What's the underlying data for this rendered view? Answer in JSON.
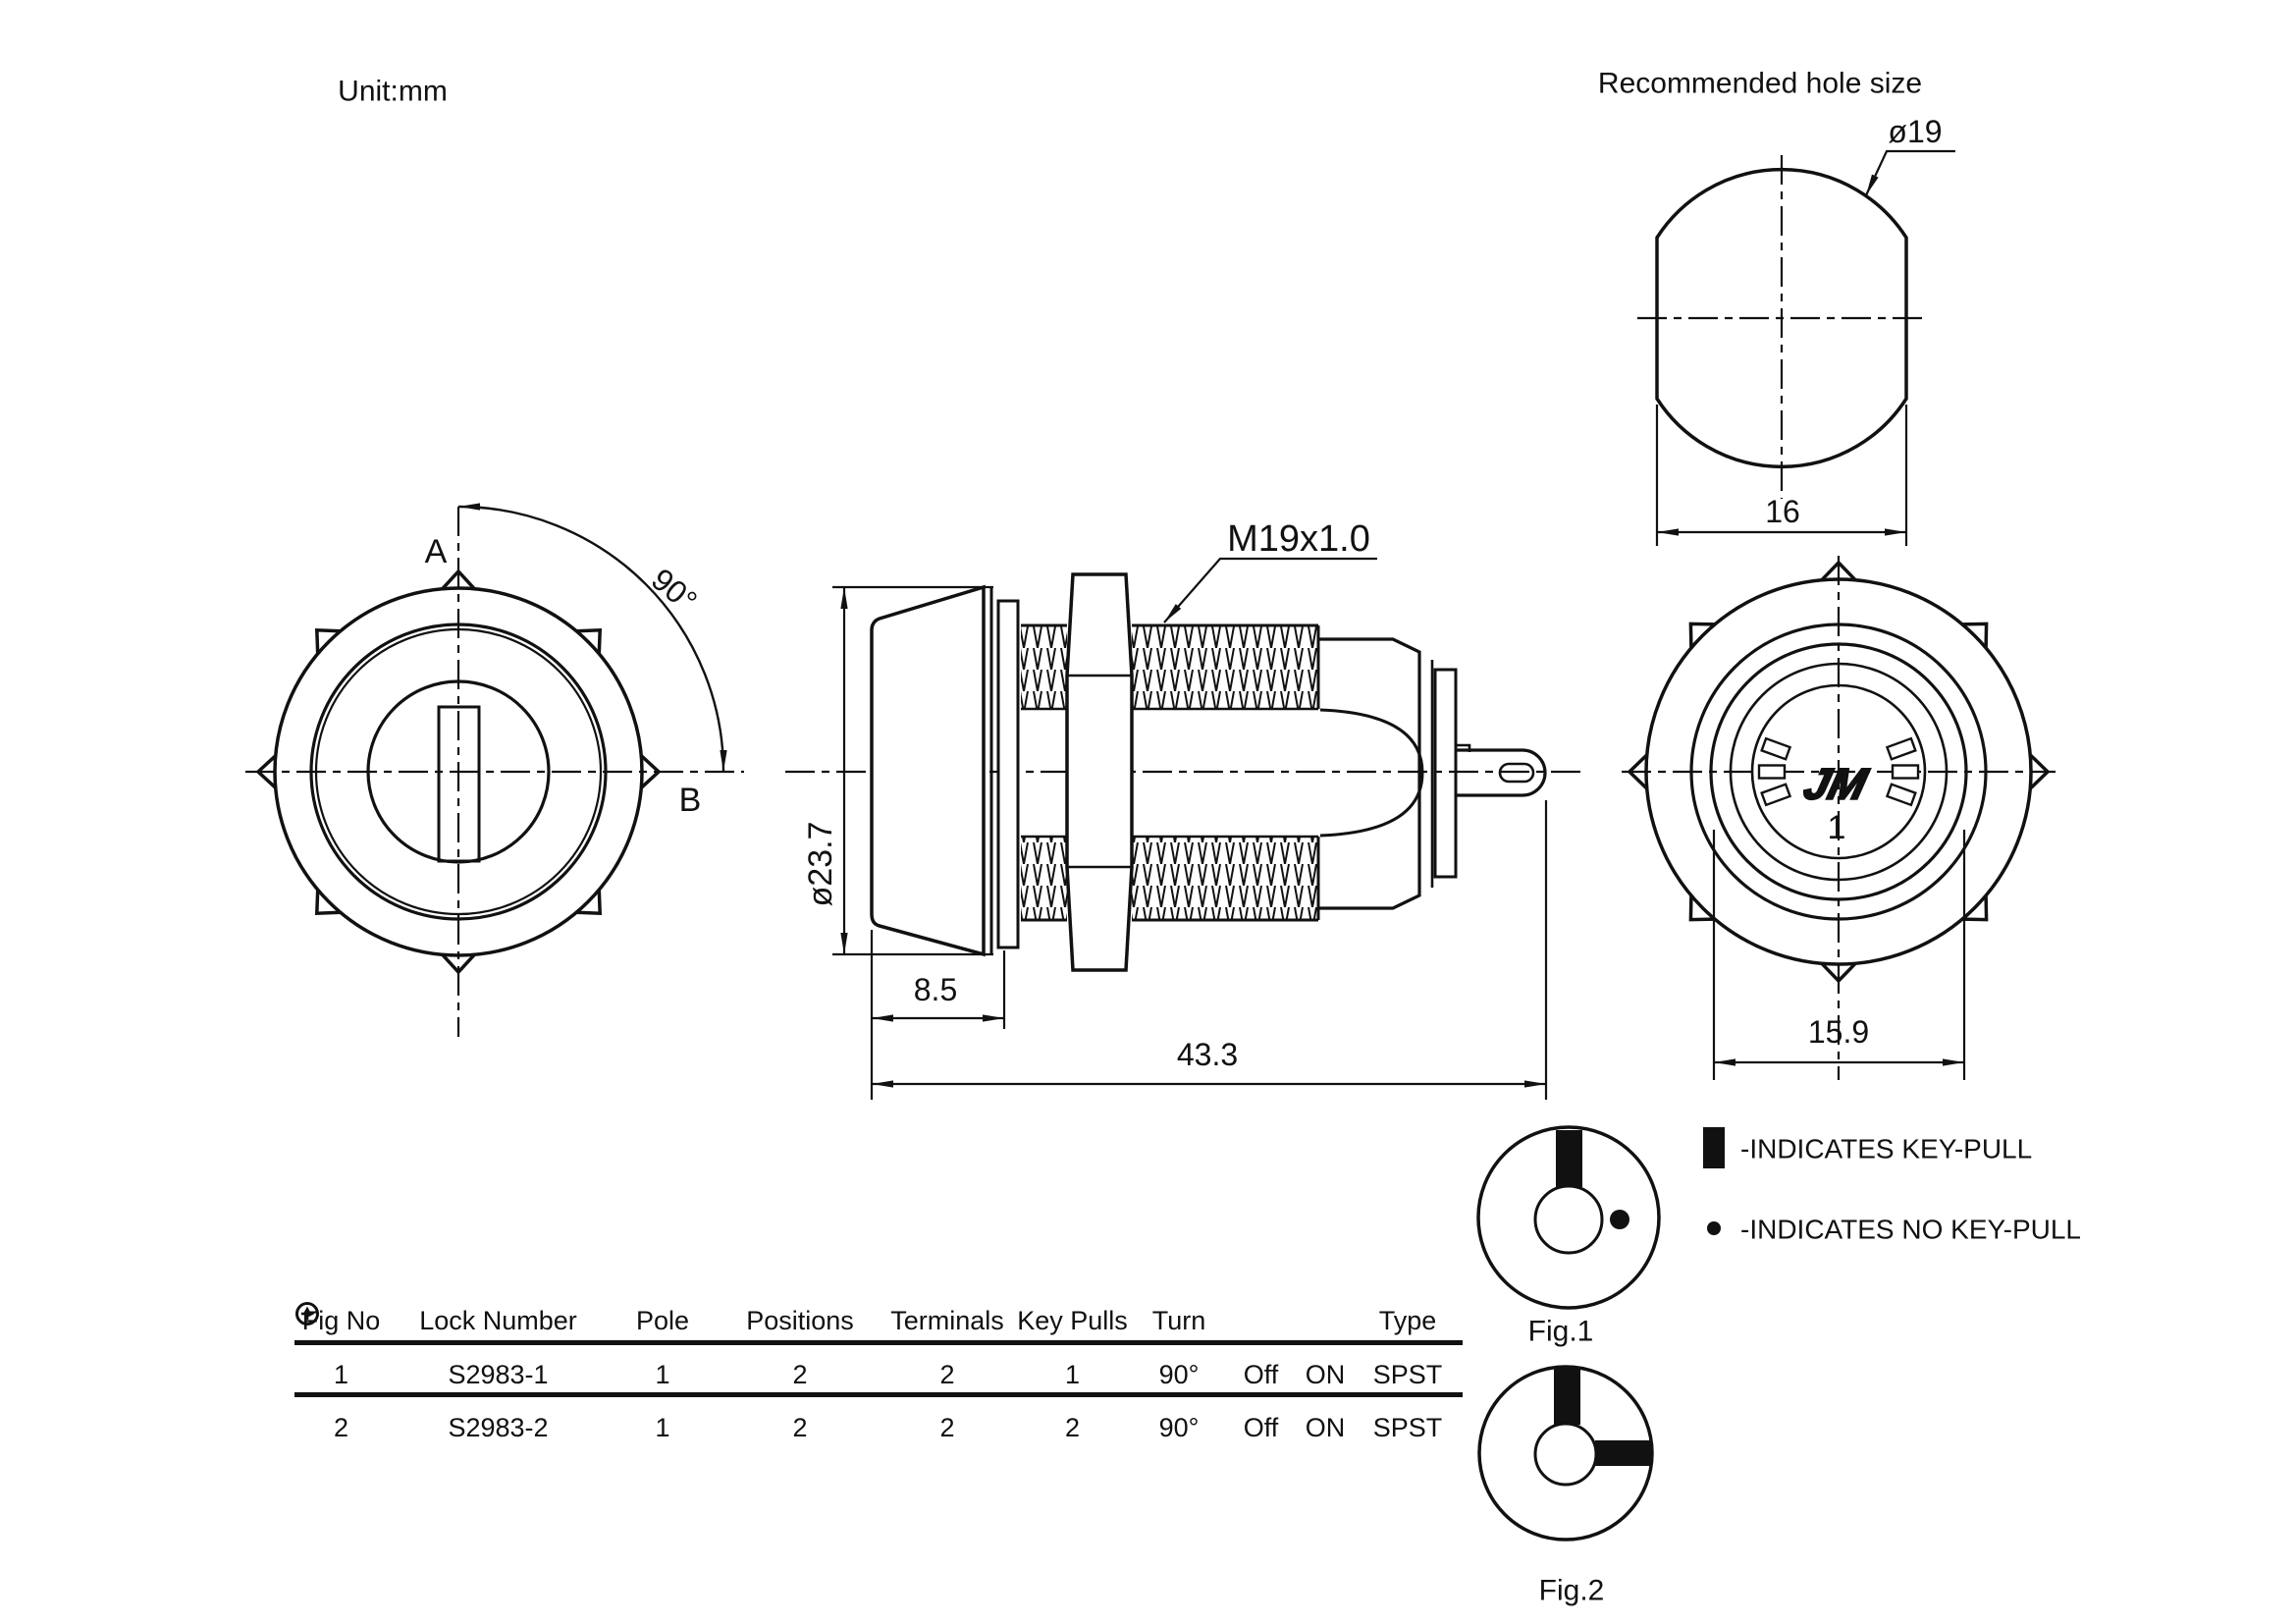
{
  "unit_label": "Unit:mm",
  "hole_view": {
    "title": "Recommended hole size",
    "diameter_label": "ø19",
    "width_label": "16"
  },
  "front_view": {
    "position_a": "A",
    "position_b": "B",
    "angle_label": "90°"
  },
  "side_view": {
    "thread_label": "M19x1.0",
    "diameter_label": "ø23.7",
    "head_depth_label": "8.5",
    "total_length_label": "43.3"
  },
  "face_view": {
    "logo": "JM",
    "position_label": "1",
    "across_flats_label": "15.9"
  },
  "figures": {
    "fig1_label": "Fig.1",
    "fig2_label": "Fig.2",
    "legend_key_pull": "-INDICATES KEY-PULL",
    "legend_no_key_pull": "-INDICATES NO KEY-PULL"
  },
  "table": {
    "headers": [
      "Fig No",
      "Lock Number",
      "Pole",
      "Positions",
      "Terminals",
      "Key Pulls",
      "Turn",
      "Type"
    ],
    "icon_names": [
      "key-position-vertical-icon",
      "key-position-horizontal-icon"
    ],
    "rows": [
      [
        "1",
        "S2983-1",
        "1",
        "2",
        "2",
        "1",
        "90°",
        "Off",
        "ON",
        "SPST"
      ],
      [
        "2",
        "S2983-2",
        "1",
        "2",
        "2",
        "2",
        "90°",
        "Off",
        "ON",
        "SPST"
      ]
    ]
  },
  "colors": {
    "ink": "#111111",
    "paper": "#ffffff"
  }
}
